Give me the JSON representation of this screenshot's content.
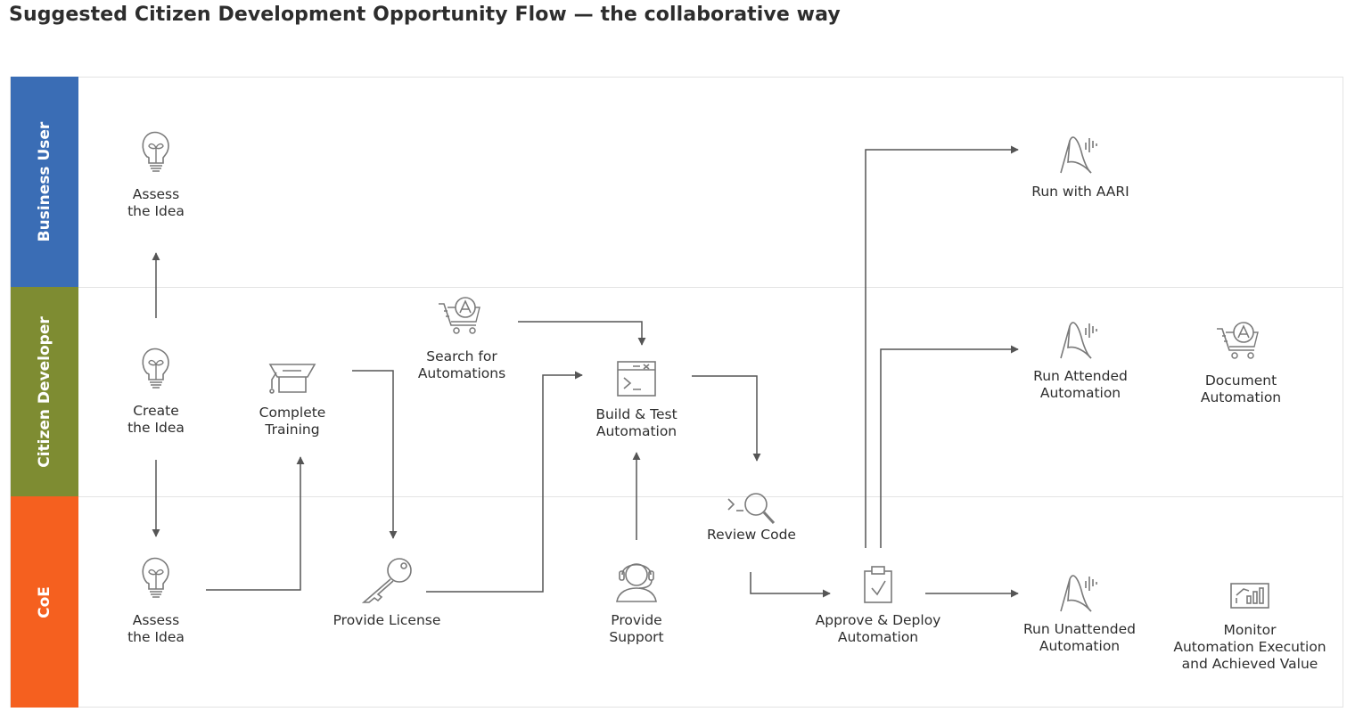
{
  "title": "Suggested Citizen Development Opportunity Flow — the collaborative way",
  "colors": {
    "business_user": "#3a6db5",
    "citizen_developer": "#7e8c32",
    "coe": "#f5601f",
    "line": "#555555",
    "icon": "#7a7a7a"
  },
  "lanes": [
    {
      "label": "Business User"
    },
    {
      "label": "Citizen Developer"
    },
    {
      "label": "CoE"
    }
  ],
  "nodes": {
    "bu_assess": {
      "line1": "Assess",
      "line2": "the Idea",
      "icon": "lightbulb-icon"
    },
    "aari": {
      "line1": "Run with AARI",
      "icon": "aari-icon"
    },
    "create": {
      "line1": "Create",
      "line2": "the Idea",
      "icon": "lightbulb-icon"
    },
    "training": {
      "line1": "Complete",
      "line2": "Training",
      "icon": "graduation-cap-icon"
    },
    "search": {
      "line1": "Search for",
      "line2": "Automations",
      "icon": "cart-icon"
    },
    "build": {
      "line1": "Build & Test",
      "line2": "Automation",
      "icon": "terminal-window-icon"
    },
    "attended": {
      "line1": "Run Attended",
      "line2": "Automation",
      "icon": "aari-icon"
    },
    "document": {
      "line1": "Document",
      "line2": "Automation",
      "icon": "cart-icon"
    },
    "review": {
      "line1": "Review Code",
      "icon": "magnifier-icon"
    },
    "coe_assess": {
      "line1": "Assess",
      "line2": "the Idea",
      "icon": "lightbulb-icon"
    },
    "license": {
      "line1": "Provide License",
      "icon": "key-icon"
    },
    "support": {
      "line1": "Provide",
      "line2": "Support",
      "icon": "headset-icon"
    },
    "approve": {
      "line1": "Approve & Deploy",
      "line2": "Automation",
      "icon": "clipboard-check-icon"
    },
    "unattended": {
      "line1": "Run Unattended",
      "line2": "Automation",
      "icon": "aari-icon"
    },
    "monitor": {
      "line1": "Monitor",
      "line2": "Automation Execution",
      "line3": "and Achieved Value",
      "icon": "bar-chart-icon"
    }
  }
}
